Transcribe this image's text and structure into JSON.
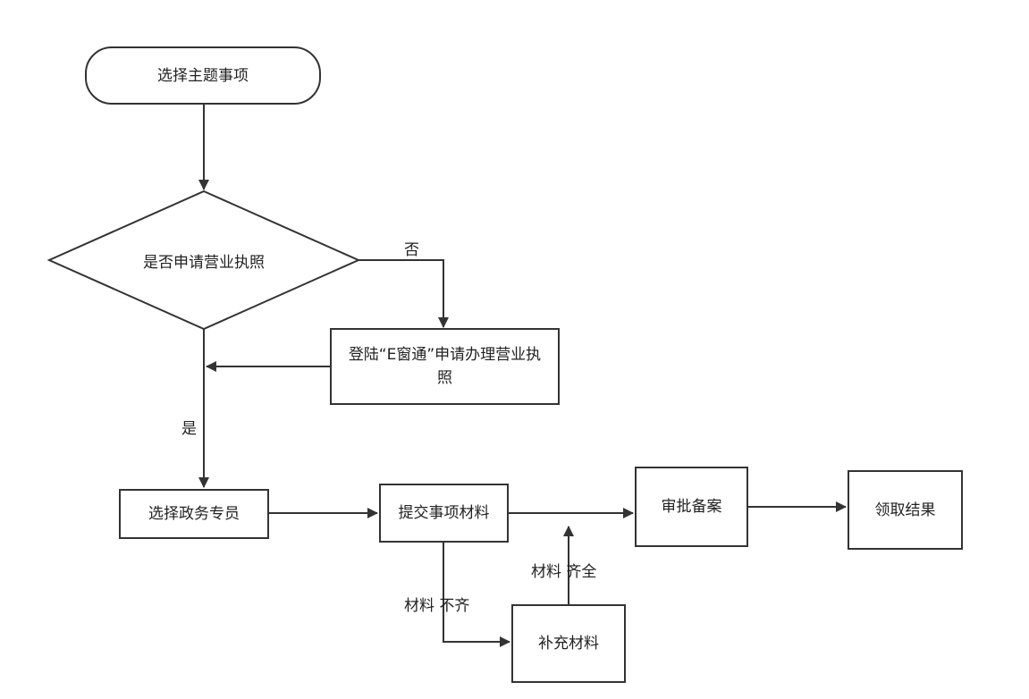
{
  "nodes": {
    "start": {
      "label": "选择主题事项",
      "shape": "rounded-rectangle"
    },
    "decision": {
      "label": "是否申请营业执照",
      "shape": "diamond"
    },
    "login": {
      "label": "登陆“E窗通”申请办理营业执照",
      "shape": "rectangle"
    },
    "select_official": {
      "label": "选择政务专员",
      "shape": "rectangle"
    },
    "submit": {
      "label": "提交事项材料",
      "shape": "rectangle"
    },
    "approve": {
      "label": "审批备案",
      "shape": "rectangle"
    },
    "result": {
      "label": "领取结果",
      "shape": "rectangle"
    },
    "supplement": {
      "label": "补充材料",
      "shape": "rectangle"
    }
  },
  "edges": [
    {
      "from": "start",
      "to": "decision",
      "label": ""
    },
    {
      "from": "decision",
      "to": "login",
      "label": "否"
    },
    {
      "from": "decision",
      "to": "select_official",
      "label": "是"
    },
    {
      "from": "login",
      "to": "decision-yes-line",
      "label": ""
    },
    {
      "from": "select_official",
      "to": "submit",
      "label": ""
    },
    {
      "from": "submit",
      "to": "approve",
      "label": ""
    },
    {
      "from": "approve",
      "to": "result",
      "label": ""
    },
    {
      "from": "submit",
      "to": "supplement",
      "label": "材料 不齐"
    },
    {
      "from": "supplement",
      "to": "approve-line",
      "label": "材料 齐全"
    }
  ],
  "colors": {
    "stroke": "#333333",
    "text": "#222222",
    "background": "#ffffff"
  }
}
